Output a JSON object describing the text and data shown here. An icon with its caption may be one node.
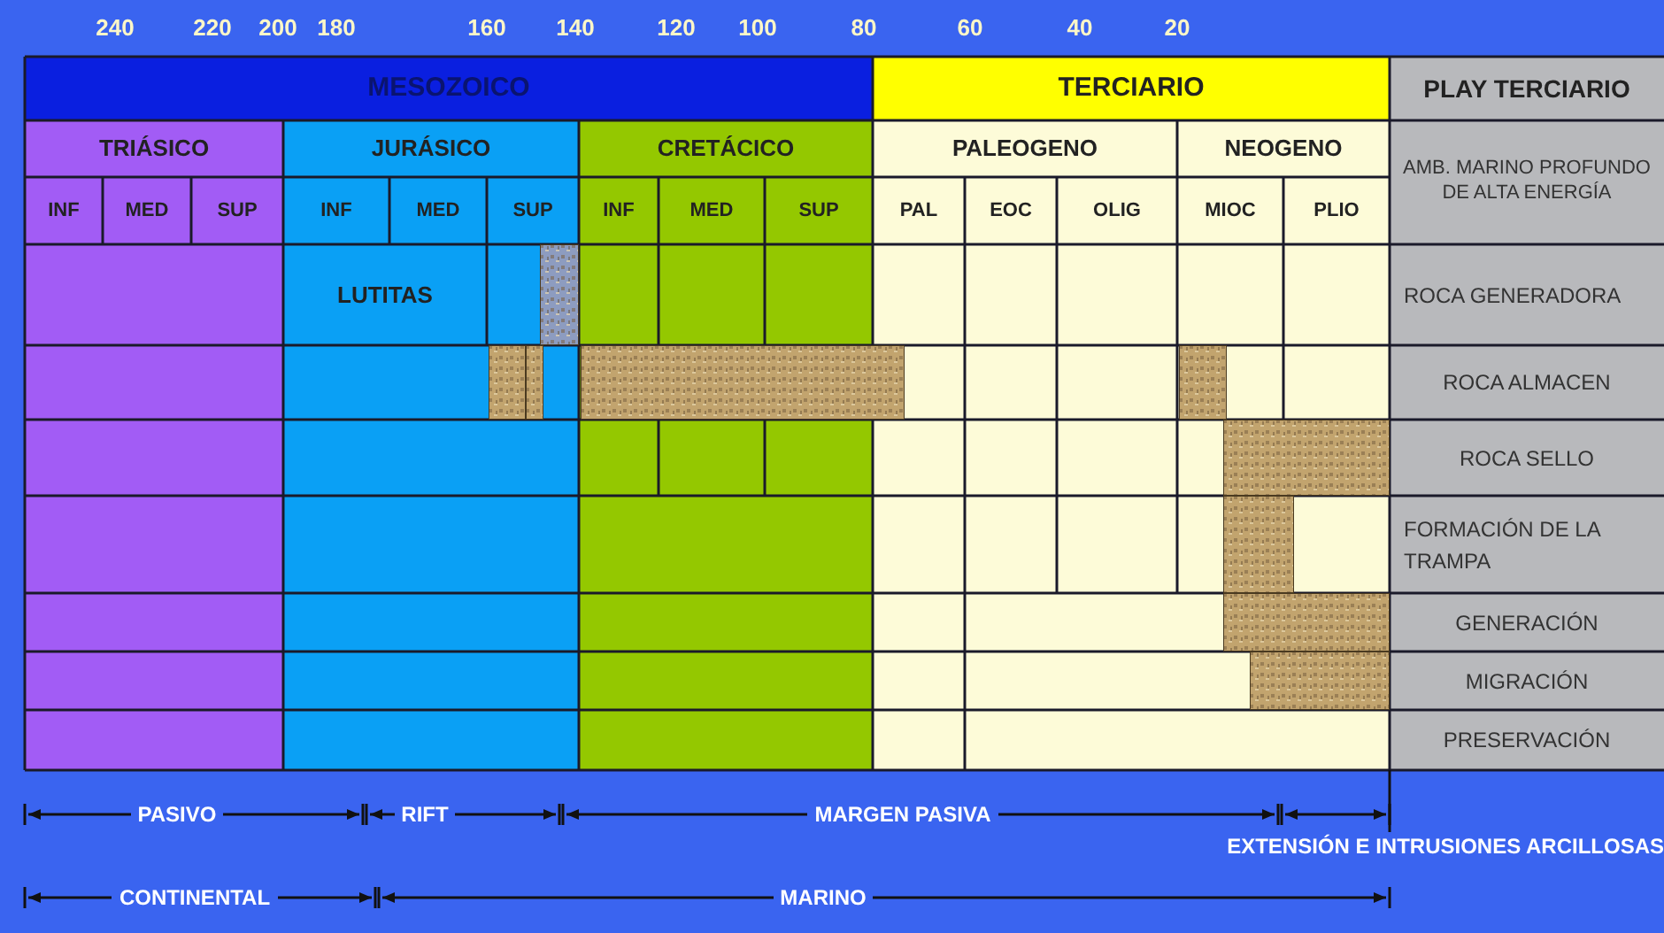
{
  "diagram": {
    "nodes": [
      {
        "text": [],
        "shape": "bar"
      },
      {
        "text": [],
        "shape": "bar"
      },
      {
        "text": [],
        "shape": "bar"
      },
      {
        "text": [],
        "shape": "bar"
      },
      {
        "text": [],
        "shape": "bar"
      },
      {
        "text": [],
        "shape": "bar"
      },
      {
        "text": [],
        "shape": "bar"
      },
      {
        "text": [],
        "shape": "bar"
      },
      {
        "text": [],
        "shape": "bar"
      }
    ],
    "labels": [
      "240",
      "220",
      "200",
      "180",
      "160",
      "140",
      "120",
      "100",
      "80",
      "60",
      "40",
      "20",
      "MESOZOICO",
      "TERCIARIO",
      "PLAY TERCIARIO",
      "TRIÁSICO",
      "JURÁSICO",
      "CRETÁCICO",
      "PALEOGENO",
      "NEOGENO",
      "AMB. MARINO PROFUNDO DE ALTA ENERGÍA",
      "INF",
      "MED",
      "SUP",
      "INF",
      "MED",
      "SUP",
      "INF",
      "MED",
      "SUP",
      "PAL",
      "EOC",
      "OLIG",
      "MIOC",
      "PLIO",
      "LUTITAS",
      "ROCA GENERADORA",
      "ROCA ALMACEN",
      "ROCA SELLO",
      "FORMACIÓN DE LA TRAMPA",
      "GENERACIÓN",
      "MIGRACIÓN",
      "PRESERVACIÓN",
      "PASIVO",
      "RIFT",
      "MARGEN PASIVA",
      "EXTENSIÓN E INTRUSIONES ARCILLOSAS",
      "CONTINENTAL",
      "MARINO"
    ]
  }
}
